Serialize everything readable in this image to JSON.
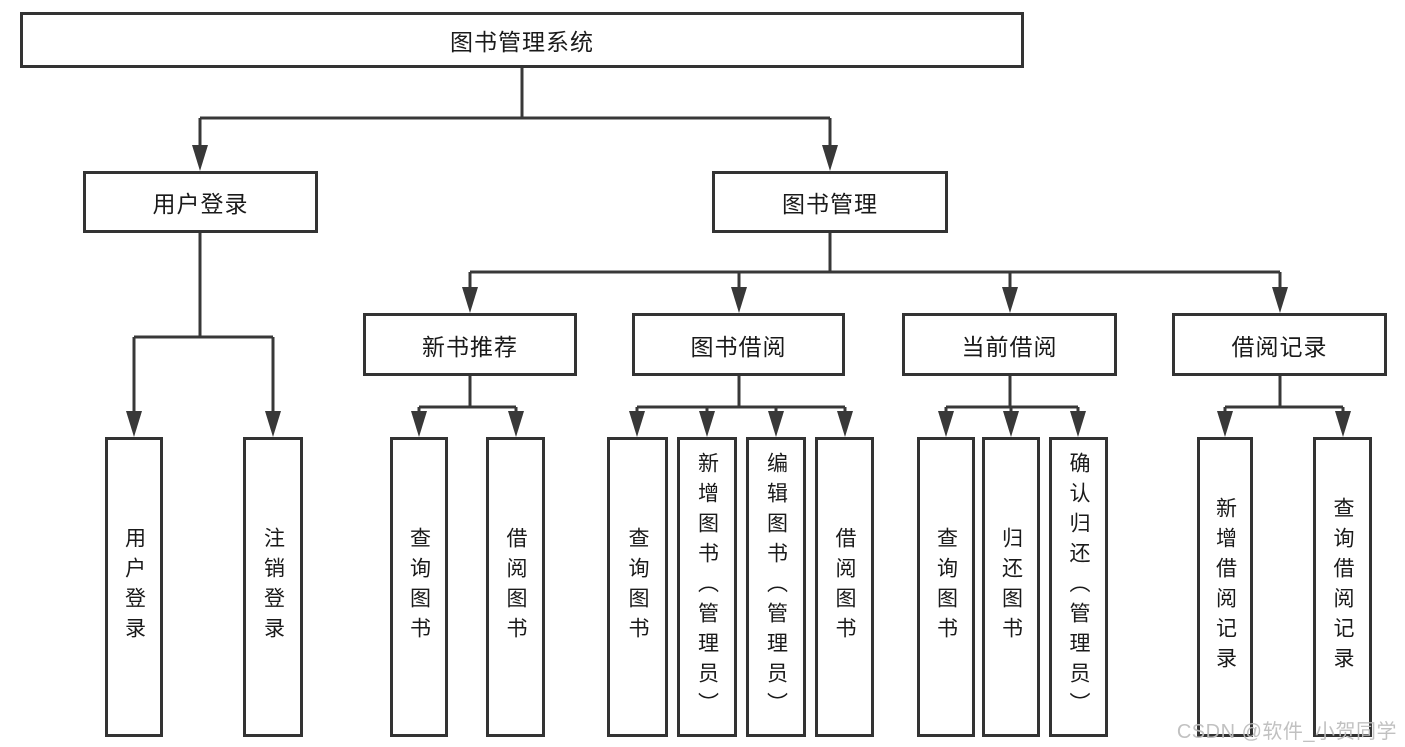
{
  "diagram": {
    "root_label": "图书管理系统",
    "branches": [
      {
        "label": "用户登录",
        "children": [
          "用户登录",
          "注销登录"
        ]
      },
      {
        "label": "图书管理",
        "groups": [
          {
            "label": "新书推荐",
            "children": [
              "查询图书",
              "借阅图书"
            ]
          },
          {
            "label": "图书借阅",
            "children": [
              "查询图书",
              "新增图书（管理员）",
              "编辑图书（管理员）",
              "借阅图书"
            ]
          },
          {
            "label": "当前借阅",
            "children": [
              "查询图书",
              "归还图书",
              "确认归还（管理员）"
            ]
          },
          {
            "label": "借阅记录",
            "children": [
              "新增借阅记录",
              "查询借阅记录"
            ]
          }
        ]
      }
    ],
    "watermark": "CSDN @软件_小贺同学",
    "colors": {
      "border": "#333333",
      "line": "#383838",
      "text": "#1a1a1a",
      "background": "#ffffff",
      "watermark": "#bebebe"
    }
  }
}
